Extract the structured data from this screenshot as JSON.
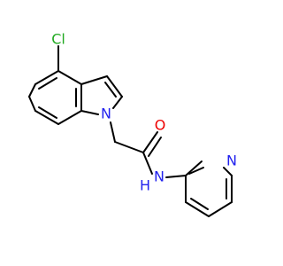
{
  "molecule": {
    "atoms": {
      "chlorine": "Cl",
      "indole_nitrogen": "N",
      "carbonyl_oxygen": "O",
      "amide_nitrogen": "N",
      "amide_hydrogen": "H",
      "pyridine_nitrogen": "N"
    },
    "colors": {
      "bond": "#000000",
      "chlorine": "#22aa22",
      "nitrogen": "#2222ee",
      "oxygen": "#ee0000",
      "background": "#ffffff"
    }
  }
}
